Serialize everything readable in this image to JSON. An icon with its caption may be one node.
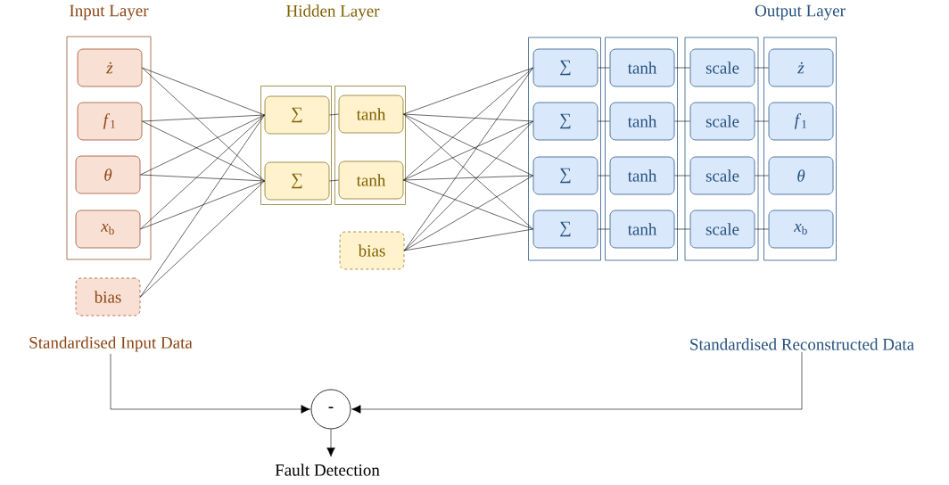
{
  "diagram": {
    "nodes": [
      {
        "text": [
          "Input Layer"
        ]
      },
      {
        "text": [
          "*ż*"
        ],
        "in": 0
      },
      {
        "text": [
          "*f*$_{1}$"
        ],
        "in": 0
      },
      {
        "text": [
          "*θ*"
        ],
        "in": 0
      },
      {
        "text": [
          "*x*$_{b}$"
        ],
        "in": 0
      },
      {
        "text": [
          "bias"
        ]
      },
      {
        "text": [],
        "shape": "box"
      },
      {
        "text": [
          "∑"
        ],
        "in": 6
      },
      {
        "text": [
          "∑"
        ],
        "in": 6
      },
      {
        "text": [],
        "shape": "box"
      },
      {
        "text": [
          "tanh"
        ],
        "in": 9
      },
      {
        "text": [
          "tanh"
        ],
        "in": 9
      },
      {
        "text": [
          "bias"
        ]
      },
      {
        "text": [],
        "shape": "box"
      },
      {
        "text": [
          "∑"
        ],
        "in": 13
      },
      {
        "text": [
          "∑"
        ],
        "in": 13
      },
      {
        "text": [
          "∑"
        ],
        "in": 13
      },
      {
        "text": [
          "∑"
        ],
        "in": 13
      },
      {
        "text": [],
        "shape": "box"
      },
      {
        "text": [
          "tanh"
        ],
        "in": 18
      },
      {
        "text": [
          "tanh"
        ],
        "in": 18
      },
      {
        "text": [
          "tanh"
        ],
        "in": 18
      },
      {
        "text": [
          "tanh"
        ],
        "in": 18
      },
      {
        "text": [],
        "shape": "box"
      },
      {
        "text": [
          "scale"
        ],
        "in": 23
      },
      {
        "text": [
          "scale"
        ],
        "in": 23
      },
      {
        "text": [
          "scale"
        ],
        "in": 23
      },
      {
        "text": [
          "scale"
        ],
        "in": 23
      },
      {
        "text": [
          "Output Layer"
        ]
      },
      {
        "text": [
          "*ż*"
        ],
        "in": 28
      },
      {
        "text": [
          "*f*$_{1}$"
        ],
        "in": 28
      },
      {
        "text": [
          "*θ*"
        ],
        "in": 28
      },
      {
        "text": [
          "*x*$_{b}$"
        ],
        "in": 28
      },
      {
        "text": [
          "Standardised Input Data"
        ]
      },
      {
        "text": [
          "Standardised Reconstructed Data"
        ]
      },
      {
        "text": [
          "-"
        ]
      },
      {
        "text": [
          "Fault Detection"
        ]
      }
    ],
    "edges": [
      {
        "from": 1,
        "to": 7,
        "arrow": "none"
      },
      {
        "from": 1,
        "to": 8,
        "arrow": "none"
      },
      {
        "from": 2,
        "to": 7,
        "arrow": "none"
      },
      {
        "from": 2,
        "to": 8,
        "arrow": "none"
      },
      {
        "from": 3,
        "to": 7,
        "arrow": "none"
      },
      {
        "from": 3,
        "to": 8,
        "arrow": "none"
      },
      {
        "from": 4,
        "to": 7,
        "arrow": "none"
      },
      {
        "from": 4,
        "to": 8,
        "arrow": "none"
      },
      {
        "from": 5,
        "to": 7,
        "arrow": "none"
      },
      {
        "from": 5,
        "to": 8,
        "arrow": "none"
      },
      {
        "from": 7,
        "to": 10,
        "arrow": "none"
      },
      {
        "from": 8,
        "to": 11,
        "arrow": "none"
      },
      {
        "from": 10,
        "to": 14,
        "arrow": "none"
      },
      {
        "from": 10,
        "to": 15,
        "arrow": "none"
      },
      {
        "from": 10,
        "to": 16,
        "arrow": "none"
      },
      {
        "from": 10,
        "to": 17,
        "arrow": "none"
      },
      {
        "from": 11,
        "to": 14,
        "arrow": "none"
      },
      {
        "from": 11,
        "to": 15,
        "arrow": "none"
      },
      {
        "from": 11,
        "to": 16,
        "arrow": "none"
      },
      {
        "from": 11,
        "to": 17,
        "arrow": "none"
      },
      {
        "from": 12,
        "to": 14,
        "arrow": "none"
      },
      {
        "from": 12,
        "to": 15,
        "arrow": "none"
      },
      {
        "from": 12,
        "to": 16,
        "arrow": "none"
      },
      {
        "from": 12,
        "to": 17,
        "arrow": "none"
      },
      {
        "from": 14,
        "to": 19,
        "arrow": "none"
      },
      {
        "from": 15,
        "to": 20,
        "arrow": "none"
      },
      {
        "from": 16,
        "to": 21,
        "arrow": "none"
      },
      {
        "from": 17,
        "to": 22,
        "arrow": "none"
      },
      {
        "from": 19,
        "to": 24,
        "arrow": "none"
      },
      {
        "from": 20,
        "to": 25,
        "arrow": "none"
      },
      {
        "from": 21,
        "to": 26,
        "arrow": "none"
      },
      {
        "from": 22,
        "to": 27,
        "arrow": "none"
      },
      {
        "from": 24,
        "to": 29,
        "arrow": "none"
      },
      {
        "from": 25,
        "to": 30,
        "arrow": "none"
      },
      {
        "from": 26,
        "to": 31,
        "arrow": "none"
      },
      {
        "from": 27,
        "to": 32,
        "arrow": "none"
      },
      {
        "from": 33,
        "to": 35,
        "arrow": "to"
      },
      {
        "from": 34,
        "to": 35,
        "arrow": "to"
      },
      {
        "from": 35,
        "to": 36,
        "arrow": "to"
      }
    ],
    "labels": [
      "Hidden Layer"
    ]
  }
}
